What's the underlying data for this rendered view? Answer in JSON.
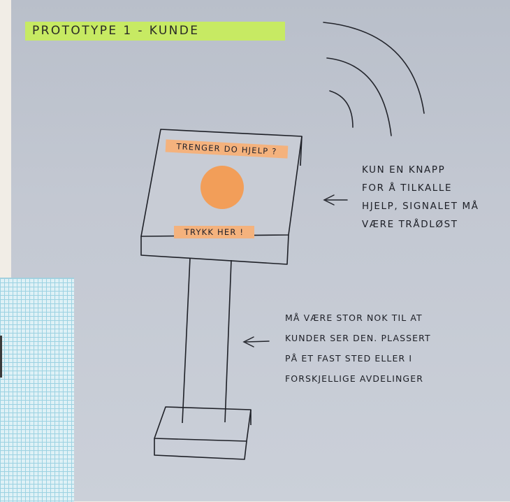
{
  "title": "PROTOTYPE 1   - KUNDE",
  "screen": {
    "top_text": "TRENGER DO HJELP ?",
    "bottom_text": "TRYKK HER !"
  },
  "note_button": {
    "lines": [
      "KUN EN KNAPP",
      "FOR Å TILKALLE",
      "HJELP, SIGNALET MÅ",
      "VÆRE TRÅDLØST"
    ]
  },
  "note_stand": {
    "lines": [
      "MÅ VÆRE STOR NOK TIL AT",
      "KUNDER SER DEN. PLASSERT",
      "PÅ ET FAST STED ELLER I",
      "FORSKJELLIGE AVDELINGER"
    ]
  },
  "colors": {
    "highlight_green": "#c7ea63",
    "highlight_orange": "#f4b27d",
    "button_orange": "#f59a4e",
    "paper": "#c3c8d2",
    "ink": "#1d1f26"
  },
  "icons": [
    "wireless-signal-icon",
    "arrow-left-icon"
  ]
}
